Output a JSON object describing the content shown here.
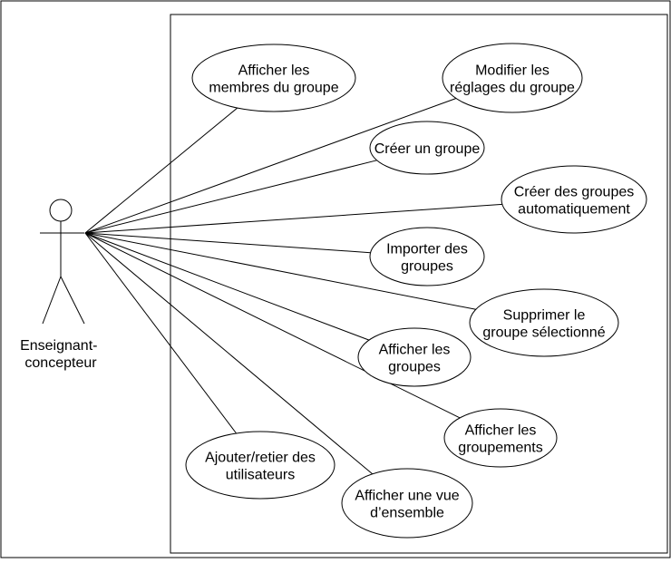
{
  "actor": {
    "name_lines": [
      "Enseignant-",
      "concepteur"
    ],
    "icon": "stick-figure-actor-icon"
  },
  "use_cases": [
    {
      "id": "afficher-membres",
      "lines": [
        "Afficher les",
        "membres du groupe"
      ]
    },
    {
      "id": "modifier-reglages",
      "lines": [
        "Modifier les",
        "réglages du groupe"
      ]
    },
    {
      "id": "creer-groupe",
      "lines": [
        "Créer un groupe"
      ]
    },
    {
      "id": "creer-auto",
      "lines": [
        "Créer des groupes",
        "automatiquement"
      ]
    },
    {
      "id": "importer",
      "lines": [
        "Importer des",
        "groupes"
      ]
    },
    {
      "id": "supprimer",
      "lines": [
        "Supprimer le",
        "groupe sélectionné"
      ]
    },
    {
      "id": "afficher-groupes",
      "lines": [
        "Afficher les",
        "groupes"
      ]
    },
    {
      "id": "afficher-groupements",
      "lines": [
        "Afficher les",
        "groupements"
      ]
    },
    {
      "id": "ajouter-retirer",
      "lines": [
        "Ajouter/retier des",
        "utilisateurs"
      ]
    },
    {
      "id": "vue-ensemble",
      "lines": [
        "Afficher une vue",
        "d’ensemble"
      ]
    }
  ],
  "colors": {
    "stroke": "#000000",
    "background": "#ffffff"
  }
}
